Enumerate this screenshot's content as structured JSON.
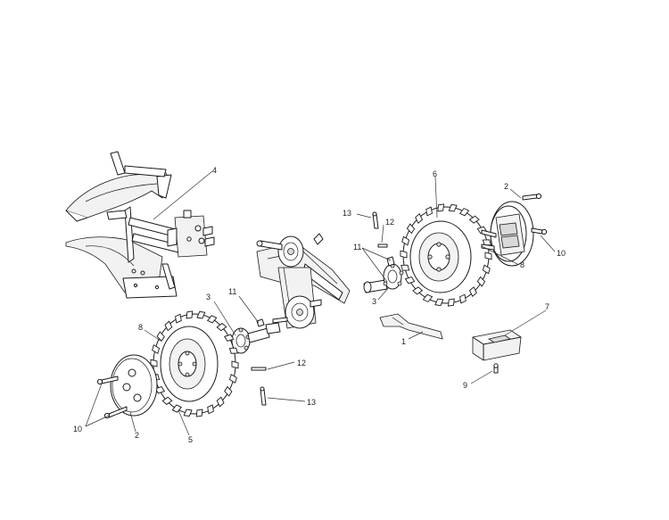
{
  "callouts": {
    "c4": "4",
    "c6": "6",
    "c2_right": "2",
    "c13_top": "13",
    "c12_top": "12",
    "c11_top": "11",
    "c8_right": "8",
    "c10_right": "10",
    "c3_right": "3",
    "c7": "7",
    "c1": "1",
    "c9": "9",
    "c3_left": "3",
    "c11_left": "11",
    "c8_left": "8",
    "c12_bottom": "12",
    "c13_bottom": "13",
    "c10_left": "10",
    "c2_left": "2",
    "c5": "5"
  }
}
